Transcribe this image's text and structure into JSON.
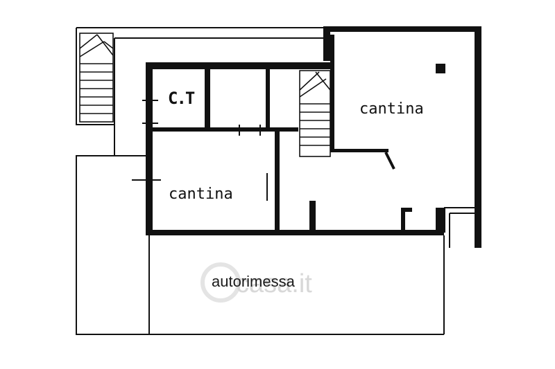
{
  "plan": {
    "rooms": {
      "ct": "C.T",
      "cantina_left": "cantina",
      "cantina_right": "cantina",
      "autorimessa": "autorimessa"
    },
    "watermark": "casa.it"
  }
}
